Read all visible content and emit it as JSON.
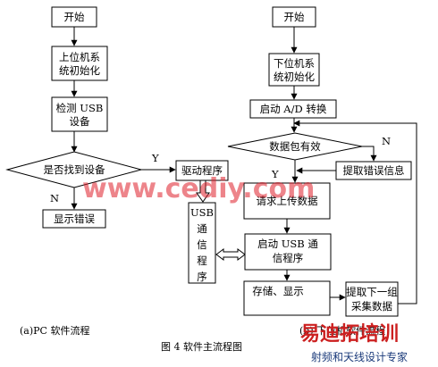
{
  "pc": {
    "start": "开始",
    "init_l1": "上位机系",
    "init_l2": "统初始化",
    "detect_l1": "检测 USB",
    "detect_l2": "设备",
    "decision": "是否找到设备",
    "yes": "Y",
    "no": "N",
    "show_error": "显示错误",
    "driver": "驱动程序",
    "usb_comm": [
      "USB",
      "通",
      "信",
      "程",
      "序"
    ]
  },
  "device": {
    "start": "开始",
    "init_l1": "下位机系",
    "init_l2": "统初始化",
    "adc": "启动 A/D 转换",
    "decision": "数据包有效",
    "no": "N",
    "yes": "Y",
    "extract_error": "提取错误信息",
    "request_upload": "请求上传数据",
    "start_usb_l1": "启动 USB 通",
    "start_usb_l2": "信程序",
    "store_display": "存储、显示",
    "next_l1": "提取下一组",
    "next_l2": "采集数据"
  },
  "captions": {
    "pc_flow": "(a)PC 软件流程",
    "device_flow": "(b) 下位机软件流程",
    "figure": "图 4   软件主流程图"
  },
  "watermark": {
    "site": "www.cediy.com",
    "logo": "易迪拓培训",
    "slogan": "射频和天线设计专家"
  }
}
